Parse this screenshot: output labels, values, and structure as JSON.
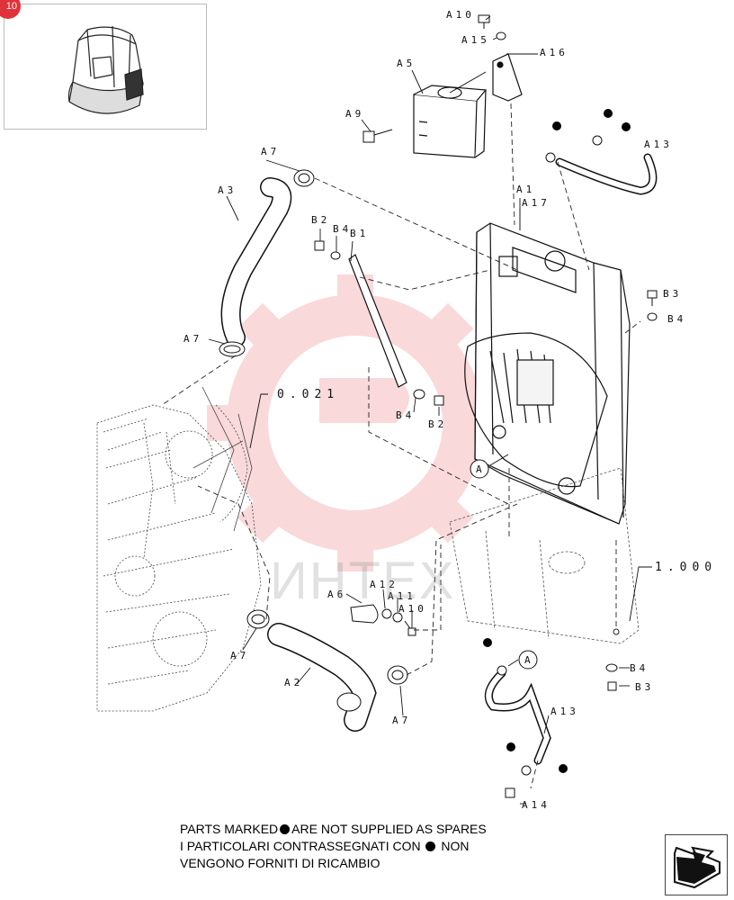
{
  "thumbnail": {
    "badge": "10",
    "icon": "excavator-cab-icon"
  },
  "watermark": {
    "text": "ИНТЕХ"
  },
  "callouts": {
    "A10_top": "A10",
    "A15": "A15",
    "A16": "A16",
    "A5": "A5",
    "A9": "A9",
    "A7_top": "A7",
    "A3": "A3",
    "A13_top": "A13",
    "A1": "A1",
    "A17": "A17",
    "B2_top": "B2",
    "B4_top": "B4",
    "B1": "B1",
    "B3_right": "B3",
    "B4_right": "B4",
    "A7_left": "A7",
    "ref_0021": "0.021",
    "B4_mid": "B4",
    "B2_mid": "B2",
    "A_circle_mid": "A",
    "ref_1000": "1.000",
    "A6": "A6",
    "A12": "A12",
    "A11": "A11",
    "A10_bottom": "A10",
    "A7_bottom_left": "A7",
    "A2": "A2",
    "A7_bottom": "A7",
    "A_circle_bottom": "A",
    "B4_bottom": "B4",
    "B3_bottom": "B3",
    "A13_bottom": "A13",
    "A14": "A14"
  },
  "note": {
    "line1_a": "PARTS MARKED",
    "line1_b": "ARE NOT SUPPLIED AS SPARES",
    "line2_a": "I  PARTICOLARI  CONTRASSEGNATI  CON",
    "line2_b": "NON",
    "line3": "VENGONO FORNITI DI RICAMBIO"
  },
  "navigation": {
    "next_icon": "next-page-arrow-icon"
  }
}
